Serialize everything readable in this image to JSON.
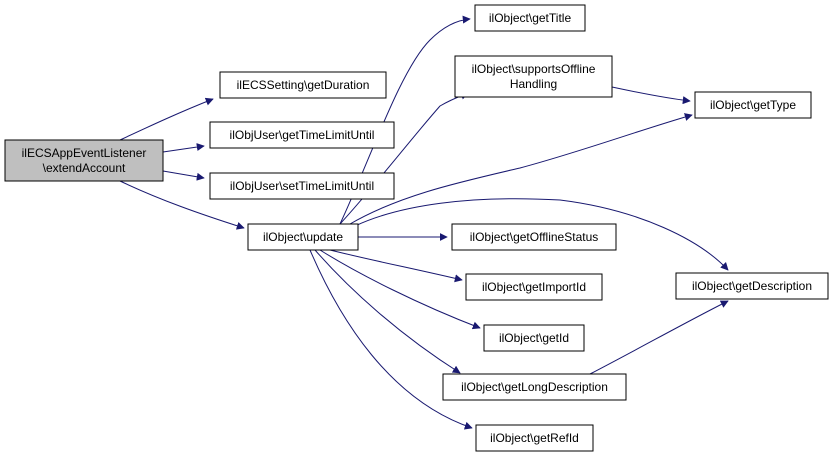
{
  "colors": {
    "edge": "#191970",
    "root_fill": "#bfbfbf",
    "node_fill": "#ffffff",
    "border": "#000000"
  },
  "nodes": {
    "extendAccount": {
      "lines": [
        "ilECSAppEventListener",
        "\\extendAccount"
      ]
    },
    "getDuration": {
      "lines": [
        "ilECSSetting\\getDuration"
      ]
    },
    "getTimeLimitUntil": {
      "lines": [
        "ilObjUser\\getTimeLimitUntil"
      ]
    },
    "setTimeLimitUntil": {
      "lines": [
        "ilObjUser\\setTimeLimitUntil"
      ]
    },
    "update": {
      "lines": [
        "ilObject\\update"
      ]
    },
    "getTitle": {
      "lines": [
        "ilObject\\getTitle"
      ]
    },
    "supportsOfflineHandling": {
      "lines": [
        "ilObject\\supportsOffline",
        "Handling"
      ]
    },
    "getType": {
      "lines": [
        "ilObject\\getType"
      ]
    },
    "getOfflineStatus": {
      "lines": [
        "ilObject\\getOfflineStatus"
      ]
    },
    "getImportId": {
      "lines": [
        "ilObject\\getImportId"
      ]
    },
    "getId": {
      "lines": [
        "ilObject\\getId"
      ]
    },
    "getLongDescription": {
      "lines": [
        "ilObject\\getLongDescription"
      ]
    },
    "getRefId": {
      "lines": [
        "ilObject\\getRefId"
      ]
    },
    "getDescription": {
      "lines": [
        "ilObject\\getDescription"
      ]
    }
  },
  "edges": [
    [
      "extendAccount",
      "getDuration"
    ],
    [
      "extendAccount",
      "getTimeLimitUntil"
    ],
    [
      "extendAccount",
      "setTimeLimitUntil"
    ],
    [
      "extendAccount",
      "update"
    ],
    [
      "update",
      "getTitle"
    ],
    [
      "update",
      "supportsOfflineHandling"
    ],
    [
      "update",
      "getType"
    ],
    [
      "update",
      "getOfflineStatus"
    ],
    [
      "update",
      "getImportId"
    ],
    [
      "update",
      "getId"
    ],
    [
      "update",
      "getLongDescription"
    ],
    [
      "update",
      "getRefId"
    ],
    [
      "update",
      "getDescription"
    ],
    [
      "supportsOfflineHandling",
      "getType"
    ],
    [
      "getLongDescription",
      "getDescription"
    ]
  ]
}
